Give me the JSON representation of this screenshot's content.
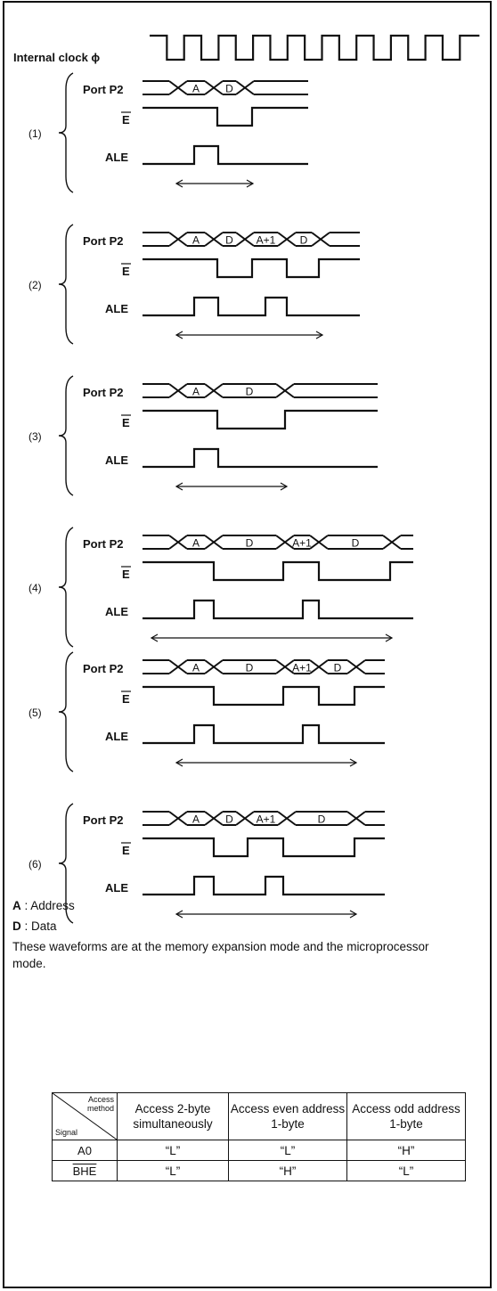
{
  "clock_label": "Internal clock ϕ",
  "signal_labels": {
    "port": "Port P2",
    "e": "E",
    "ale": "ALE"
  },
  "cases": [
    {
      "id": "(1)",
      "bus_labels": [
        "A",
        "D"
      ]
    },
    {
      "id": "(2)",
      "bus_labels": [
        "A",
        "D",
        "A+1",
        "D"
      ]
    },
    {
      "id": "(3)",
      "bus_labels": [
        "A",
        "D"
      ]
    },
    {
      "id": "(4)",
      "bus_labels": [
        "A",
        "D",
        "A+1",
        "D"
      ]
    },
    {
      "id": "(5)",
      "bus_labels": [
        "A",
        "D",
        "A+1",
        "D"
      ]
    },
    {
      "id": "(6)",
      "bus_labels": [
        "A",
        "D",
        "A+1",
        "D"
      ]
    }
  ],
  "legend": {
    "a": {
      "key": "A",
      "sep": " : ",
      "text": "Address"
    },
    "d": {
      "key": "D",
      "sep": " : ",
      "text": "Data"
    }
  },
  "note": "These waveforms are at the memory expansion mode and the microprocessor mode.",
  "table": {
    "corner_top": "Access method",
    "corner_bottom": "Signal",
    "headers": [
      "Access 2-byte simultaneously",
      "Access even address 1-byte",
      "Access odd address 1-byte"
    ],
    "rows": [
      {
        "signal": "A0",
        "values": [
          "“L”",
          "“L”",
          "“H”"
        ]
      },
      {
        "signal": "BHE",
        "values": [
          "“L”",
          "“H”",
          "“L”"
        ]
      }
    ]
  }
}
